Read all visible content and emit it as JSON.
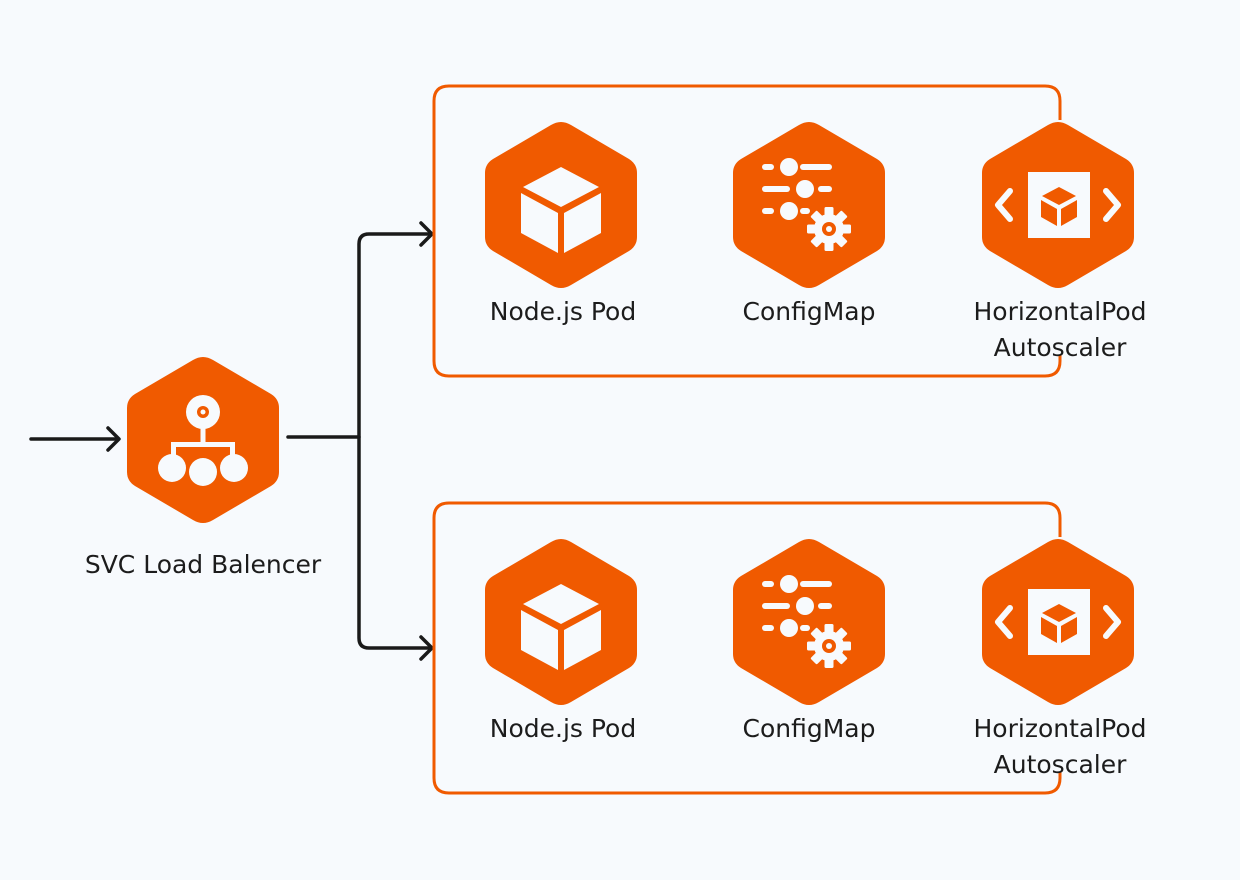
{
  "colors": {
    "accent": "#F05A00",
    "background": "#F7FAFD",
    "connector": "#1A1A1A",
    "icon_fill": "#F7FAFD"
  },
  "entry": {
    "icon": "load-balancer-icon",
    "label": "SVC Load Balencer"
  },
  "groups": [
    {
      "name": "replica-group-1",
      "nodes": [
        {
          "icon": "cube-icon",
          "label": "Node.js Pod"
        },
        {
          "icon": "config-sliders-gear-icon",
          "label": "ConfigMap"
        },
        {
          "icon": "autoscaler-icon",
          "label_line1": "HorizontalPod",
          "label_line2": "Autoscaler"
        }
      ]
    },
    {
      "name": "replica-group-2",
      "nodes": [
        {
          "icon": "cube-icon",
          "label": "Node.js Pod"
        },
        {
          "icon": "config-sliders-gear-icon",
          "label": "ConfigMap"
        },
        {
          "icon": "autoscaler-icon",
          "label_line1": "HorizontalPod",
          "label_line2": "Autoscaler"
        }
      ]
    }
  ],
  "edges": [
    {
      "from": "external",
      "to": "SVC Load Balencer"
    },
    {
      "from": "SVC Load Balencer",
      "to": "replica-group-1"
    },
    {
      "from": "SVC Load Balencer",
      "to": "replica-group-2"
    }
  ]
}
